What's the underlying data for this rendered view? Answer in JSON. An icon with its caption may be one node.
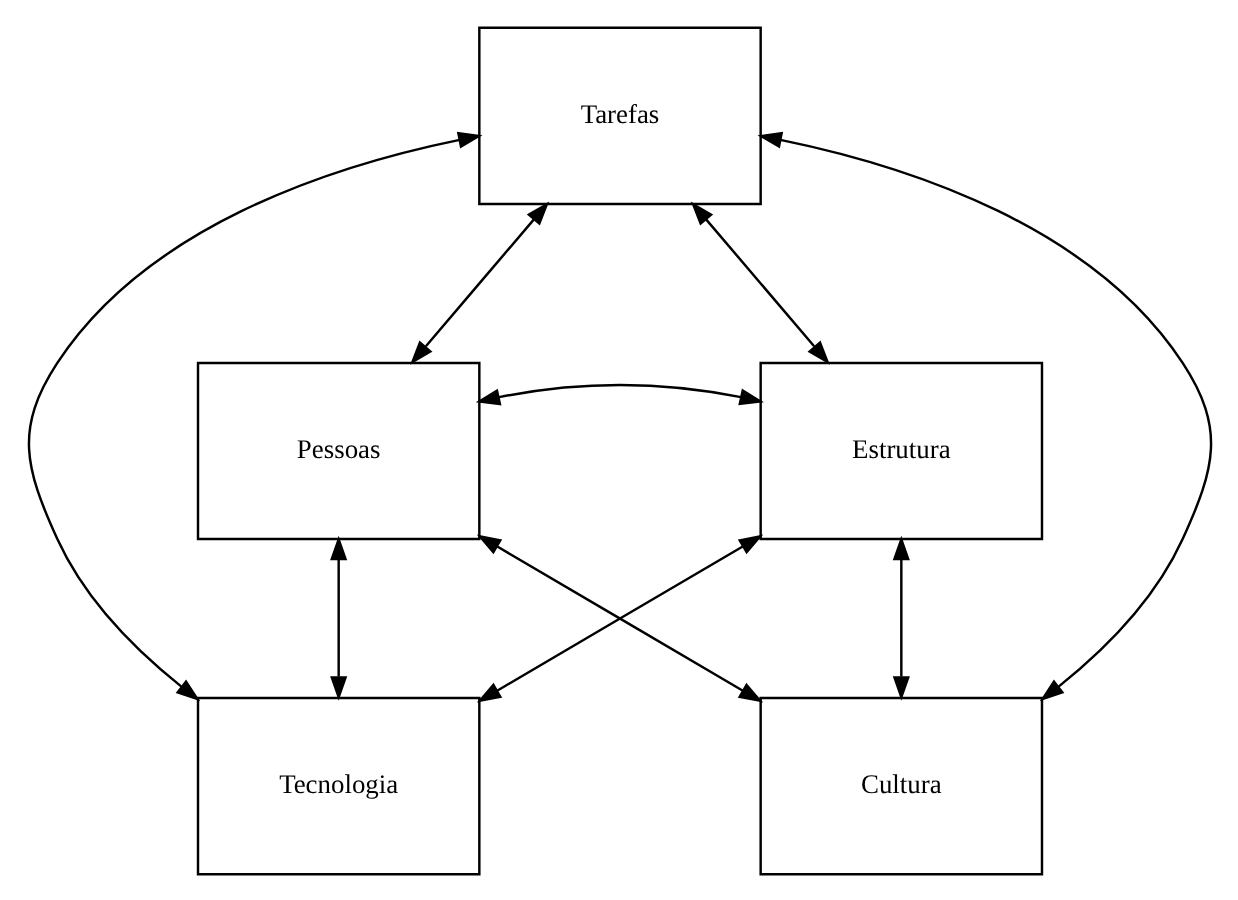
{
  "diagram": {
    "nodes": [
      {
        "text": [
          "Tarefas"
        ]
      },
      {
        "text": [
          "Pessoas"
        ]
      },
      {
        "text": [
          "Estrutura"
        ]
      },
      {
        "text": [
          "Tecnologia"
        ]
      },
      {
        "text": [
          "Cultura"
        ]
      }
    ],
    "edges": [
      {
        "from": 1,
        "to": 0,
        "arrow": "both"
      },
      {
        "from": 0,
        "to": 2,
        "arrow": "both"
      },
      {
        "from": 1,
        "to": 2,
        "arrow": "both"
      },
      {
        "from": 1,
        "to": 3,
        "arrow": "both"
      },
      {
        "from": 1,
        "to": 4,
        "arrow": "both"
      },
      {
        "from": 0,
        "to": 3,
        "arrow": "both"
      },
      {
        "from": 0,
        "to": 4,
        "arrow": "both"
      },
      {
        "from": 2,
        "to": 3,
        "arrow": "both"
      },
      {
        "from": 2,
        "to": 4,
        "arrow": "both"
      }
    ]
  }
}
